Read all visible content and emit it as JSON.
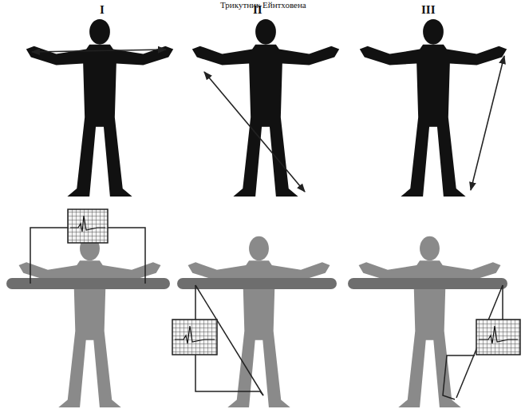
{
  "diagram": {
    "title": "Трикутник Ейнтховена",
    "labels": [
      "I",
      "II",
      "III"
    ]
  }
}
